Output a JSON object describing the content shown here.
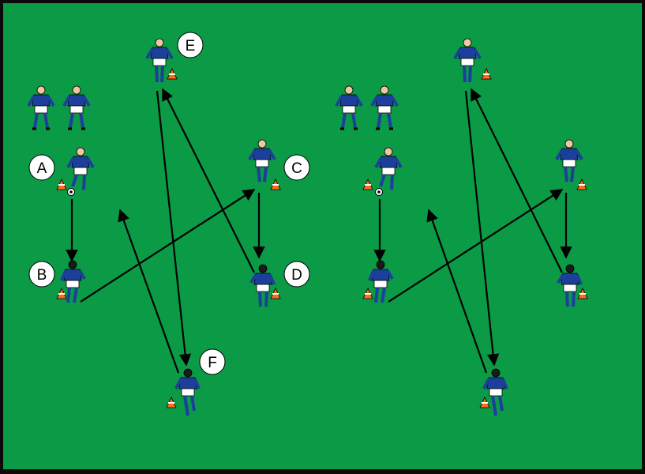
{
  "diagram": {
    "colors": {
      "pitch": "#0b9a45",
      "border": "#0a0a0a",
      "shirt": "#1d3f9c",
      "shorts": "#ffffff",
      "skin": "#f2c6a0",
      "cone": "#ff6a1a",
      "arrow": "#000000",
      "label_bg": "#ffffff",
      "label_text": "#000000"
    },
    "labels": {
      "a": "A",
      "b": "B",
      "c": "C",
      "d": "D",
      "e": "E",
      "f": "F"
    },
    "icons": {
      "player": "player-icon",
      "cone": "cone-icon",
      "ball": "ball-icon"
    }
  }
}
